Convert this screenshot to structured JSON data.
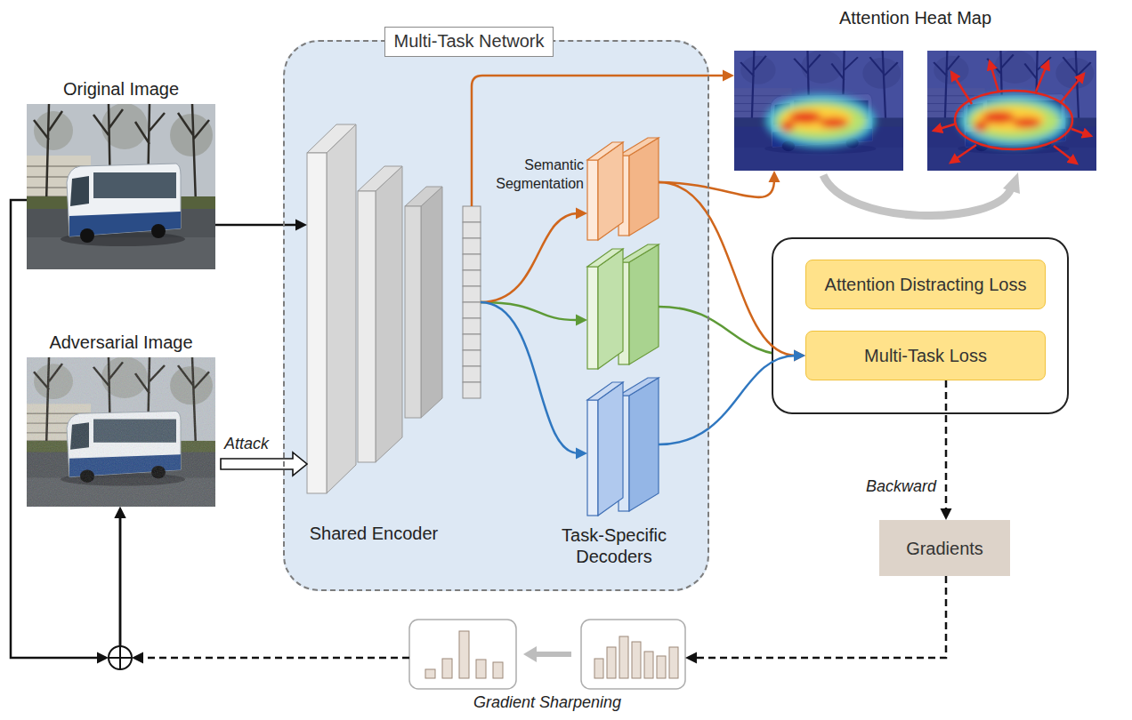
{
  "diagram": {
    "nodes": [
      {
        "text": [
          "Original Image"
        ]
      },
      {
        "text": [
          "Adversarial Image"
        ]
      },
      {
        "text": [
          "Multi-Task Network"
        ]
      },
      {
        "text": [
          "Shared Encoder"
        ],
        "in": 2
      },
      {
        "text": [
          "Semantic Segmentation"
        ],
        "in": 2
      },
      {
        "text": [
          "Task-Specific Decoders"
        ],
        "in": 2
      },
      {
        "text": [
          "Attention Heat Map"
        ]
      },
      {
        "text": [
          "Attention Distracting Loss"
        ]
      },
      {
        "text": [
          "Multi-Task Loss"
        ]
      },
      {
        "text": [
          "Gradients"
        ]
      },
      {
        "text": [
          "Gradient Sharpening"
        ]
      }
    ],
    "edges": [
      {
        "from": 0,
        "to": 3,
        "arrow": "to"
      },
      {
        "from": 1,
        "to": 3,
        "arrow": "to",
        "label": "Attack"
      },
      {
        "from": 3,
        "to": 4,
        "arrow": "to"
      },
      {
        "from": 3,
        "to": 5,
        "arrow": "to"
      },
      {
        "from": 3,
        "to": 6,
        "arrow": "to"
      },
      {
        "from": 4,
        "to": 6,
        "arrow": "to"
      },
      {
        "from": 4,
        "to": 8,
        "arrow": "to"
      },
      {
        "from": 5,
        "to": 8,
        "arrow": "to"
      },
      {
        "from": 8,
        "to": 9,
        "arrow": "to",
        "label": "Backward"
      },
      {
        "from": 9,
        "to": 10,
        "arrow": "to"
      },
      {
        "from": 10,
        "to": 1,
        "arrow": "to"
      },
      {
        "from": 0,
        "to": 1,
        "arrow": "to"
      }
    ]
  }
}
